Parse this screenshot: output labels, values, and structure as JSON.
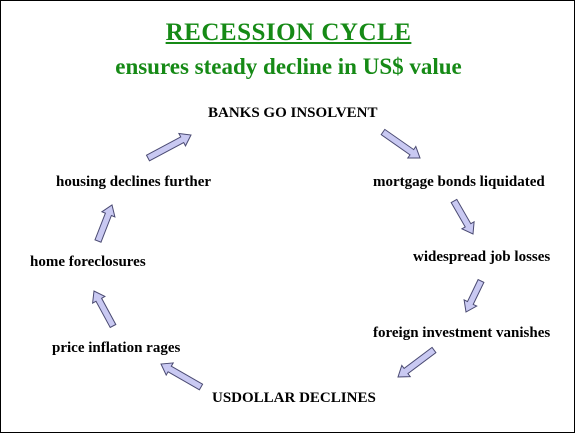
{
  "title": "RECESSION  CYCLE",
  "subtitle": "ensures steady decline in US$ value",
  "colors": {
    "heading": "#168A16",
    "text": "#000000",
    "arrow_fill": "#C9C9F2",
    "arrow_stroke": "#4A4A72",
    "border": "#000000"
  },
  "nodes": [
    "BANKS GO INSOLVENT",
    "mortgage bonds liquidated",
    "widespread job losses",
    "foreign investment vanishes",
    "USDOLLAR DECLINES",
    "price inflation rages",
    "home foreclosures",
    "housing declines further"
  ]
}
